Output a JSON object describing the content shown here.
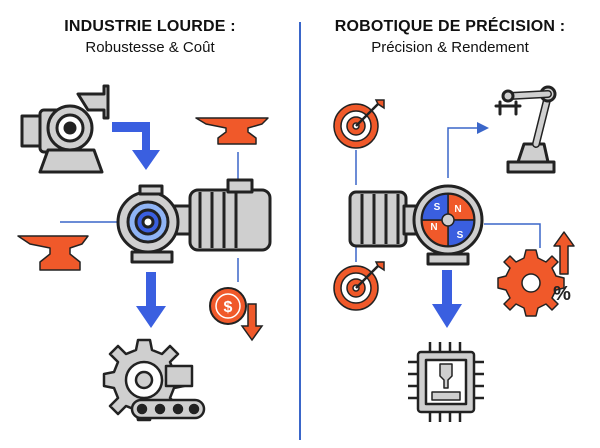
{
  "left_panel": {
    "heading": "INDUSTRIE LOURDE :",
    "subheading": "Robustesse & Coût"
  },
  "right_panel": {
    "heading": "ROBOTIQUE DE PRÉCISION :",
    "subheading": "Précision & Rendement"
  },
  "motor_magnet_labels": {
    "north": "N",
    "south": "S"
  },
  "percent_symbol": "%",
  "dollar_symbol": "$",
  "colors": {
    "arrow_blue": "#3a5fe0",
    "accent_orange": "#f0592a",
    "divider_blue": "#3a66c9",
    "line_gray": "#222222",
    "fill_gray": "#cfcfcf"
  },
  "icons": [
    "pump-icon",
    "anvil-icon",
    "electric-motor-icon",
    "coin-down-icon",
    "gear-conveyor-icon",
    "target-icon",
    "robot-arm-icon",
    "gear-percent-icon",
    "microchip-icon"
  ]
}
